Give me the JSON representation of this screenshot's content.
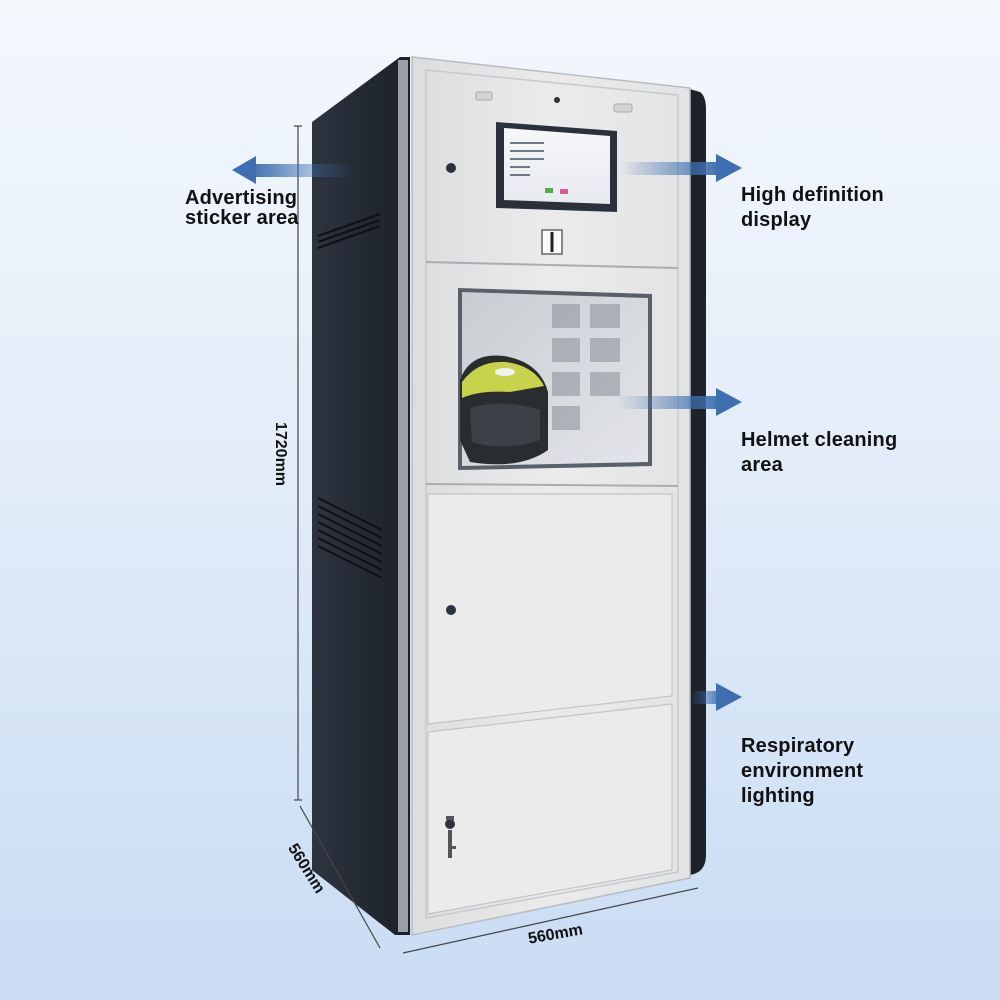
{
  "callouts": {
    "advertising": "Advertising\nsticker area",
    "display": "High definition\ndisplay",
    "helmet": "Helmet cleaning\narea",
    "respiratory": "Respiratory\nenvironment\nlighting"
  },
  "dimensions": {
    "height": "1720mm",
    "depth": "560mm",
    "width": "560mm"
  },
  "colors": {
    "cabinet_side": "#1f2530",
    "cabinet_front": "#e6e7e8",
    "arrow": "#3f6fb0"
  }
}
